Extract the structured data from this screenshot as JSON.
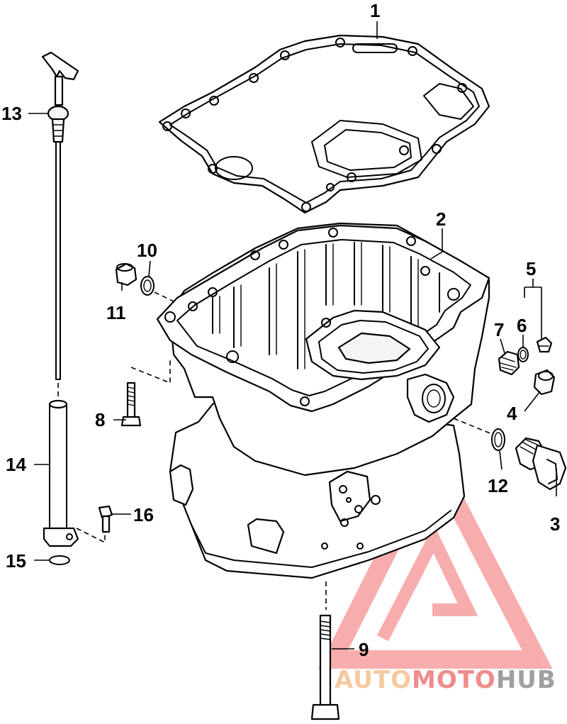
{
  "callouts": {
    "c1": "1",
    "c2": "2",
    "c3": "3",
    "c4": "4",
    "c5": "5",
    "c6": "6",
    "c7": "7",
    "c8": "8",
    "c9": "9",
    "c10": "10",
    "c11": "11",
    "c12": "12",
    "c13": "13",
    "c14": "14",
    "c15": "15",
    "c16": "16"
  },
  "watermark": {
    "part_auto": "AUTO",
    "part_moto": "MOTO",
    "part_hub": "HUB",
    "color_auto": "#f5c9a0",
    "color_moto": "#f08c8c",
    "color_hub": "#a0a0a0",
    "logo_color": "#f26b6b"
  }
}
